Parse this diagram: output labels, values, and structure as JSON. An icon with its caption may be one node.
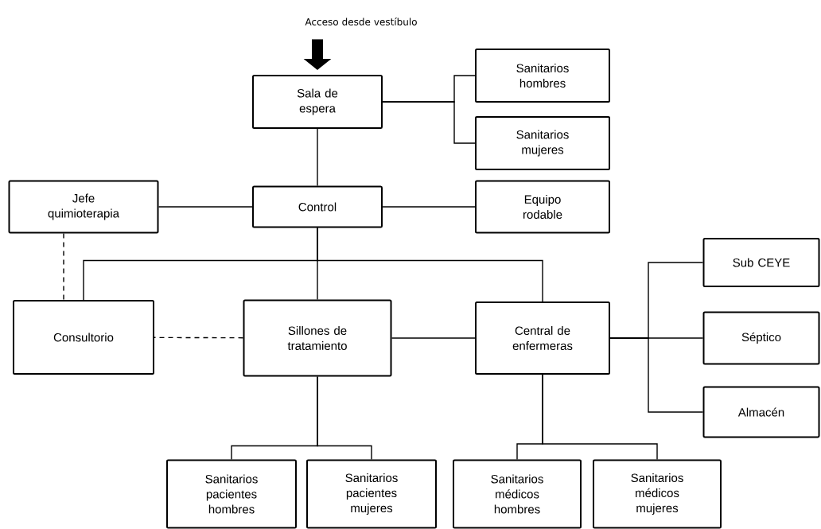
{
  "diagram": {
    "nodes": [
      {
        "text": [
          "Acceso desde vestíbulo"
        ]
      },
      {
        "text": [
          "Sala de espera"
        ]
      },
      {
        "text": [
          "Sanitarios hombres"
        ]
      },
      {
        "text": [
          "Sanitarios mujeres"
        ]
      },
      {
        "text": [
          "Jefe quimioterapia"
        ]
      },
      {
        "text": [
          "Control"
        ]
      },
      {
        "text": [
          "Equipo rodable"
        ]
      },
      {
        "text": [
          "Sub CEYE"
        ]
      },
      {
        "text": [
          "Consultorio"
        ]
      },
      {
        "text": [
          "Sillones de tratamiento"
        ]
      },
      {
        "text": [
          "Central de enfermeras"
        ]
      },
      {
        "text": [
          "Séptico"
        ]
      },
      {
        "text": [
          "Almacén"
        ]
      },
      {
        "text": [
          "Sanitarios pacientes hombres"
        ]
      },
      {
        "text": [
          "Sanitarios pacientes mujeres"
        ]
      },
      {
        "text": [
          "Sanitarios médicos hombres"
        ]
      },
      {
        "text": [
          "Sanitarios médicos mujeres"
        ]
      }
    ],
    "edges": [
      {
        "from": 0,
        "to": 1,
        "arrow": "to",
        "style": "thick"
      },
      {
        "from": 1,
        "to": 2,
        "arrow": "none"
      },
      {
        "from": 1,
        "to": 3,
        "arrow": "none"
      },
      {
        "from": 1,
        "to": 5,
        "arrow": "none"
      },
      {
        "from": 5,
        "to": 4,
        "arrow": "none"
      },
      {
        "from": 5,
        "to": 6,
        "arrow": "none"
      },
      {
        "from": 5,
        "to": 8,
        "arrow": "none"
      },
      {
        "from": 5,
        "to": 9,
        "arrow": "none"
      },
      {
        "from": 5,
        "to": 10,
        "arrow": "none"
      },
      {
        "from": 4,
        "to": 8,
        "arrow": "none",
        "style": "dashed"
      },
      {
        "from": 9,
        "to": 8,
        "arrow": "none",
        "style": "dashed"
      },
      {
        "from": 9,
        "to": 10,
        "arrow": "none"
      },
      {
        "from": 10,
        "to": 7,
        "arrow": "none"
      },
      {
        "from": 10,
        "to": 11,
        "arrow": "none"
      },
      {
        "from": 10,
        "to": 12,
        "arrow": "none"
      },
      {
        "from": 9,
        "to": 13,
        "arrow": "none"
      },
      {
        "from": 9,
        "to": 14,
        "arrow": "none"
      },
      {
        "from": 10,
        "to": 15,
        "arrow": "none"
      },
      {
        "from": 10,
        "to": 16,
        "arrow": "none"
      }
    ]
  }
}
